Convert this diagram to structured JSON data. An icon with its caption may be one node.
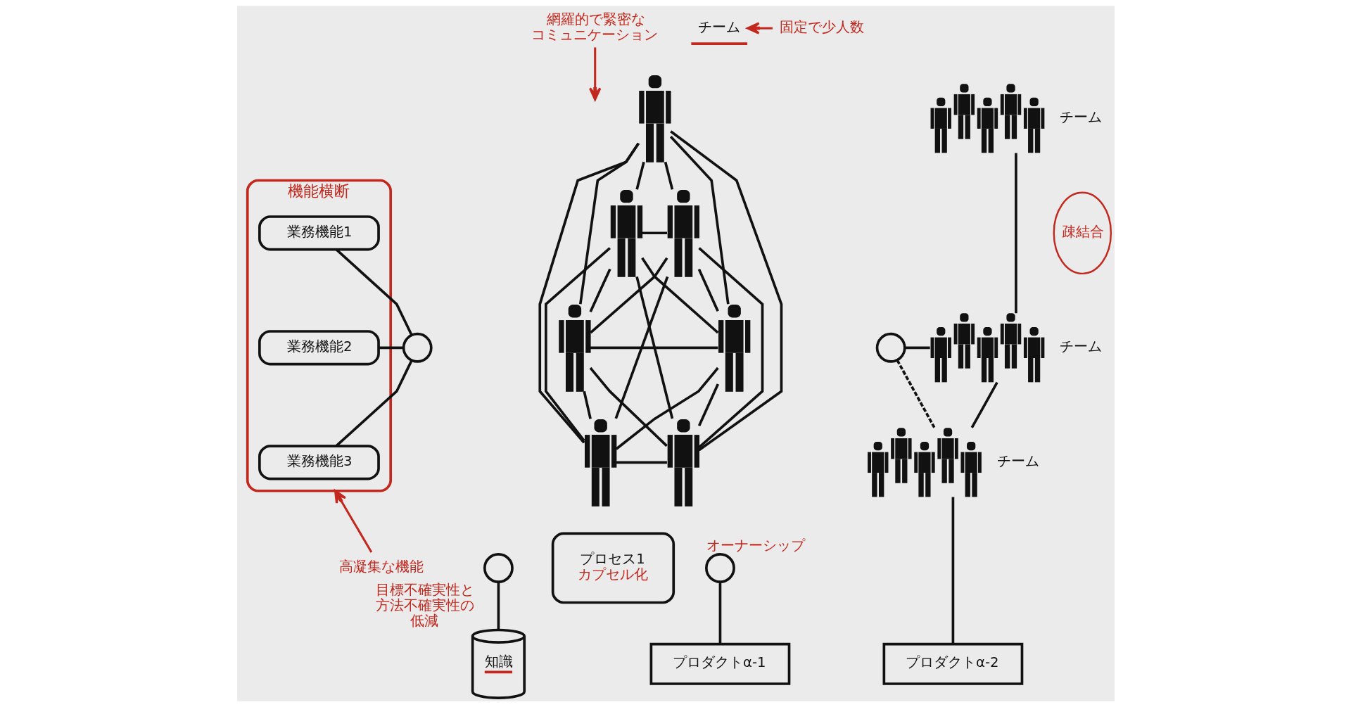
{
  "diagram": {
    "nodes": [
      {
        "text": [
          "機能横断"
        ]
      },
      {
        "text": [
          "業務機能1"
        ],
        "in": 0
      },
      {
        "text": [
          "業務機能2"
        ],
        "in": 0
      },
      {
        "text": [
          "業務機能3"
        ],
        "in": 0
      },
      {
        "text": [
          "高凝集な機能"
        ]
      },
      {
        "text": [],
        "shape": "circle"
      },
      {
        "text": [
          "網羅的で緊密なコミュニケーション"
        ]
      },
      {
        "text": [
          "チーム"
        ]
      },
      {
        "text": [
          "固定で少人数"
        ]
      },
      {
        "text": [],
        "shape": "person"
      },
      {
        "text": [],
        "shape": "person"
      },
      {
        "text": [],
        "shape": "person"
      },
      {
        "text": [],
        "shape": "person"
      },
      {
        "text": [],
        "shape": "person"
      },
      {
        "text": [],
        "shape": "person"
      },
      {
        "text": [],
        "shape": "person"
      },
      {
        "text": [
          "プロセス1",
          "カプセル化"
        ]
      },
      {
        "text": [],
        "shape": "circle"
      },
      {
        "text": [
          "疎結合"
        ]
      },
      {
        "text": [],
        "shape": "circle"
      },
      {
        "text": [
          "知識"
        ],
        "beside": [
          "目標不確実性と方法不確実性の低減"
        ]
      },
      {
        "text": [],
        "shape": "circle",
        "beside": [
          "オーナーシップ"
        ]
      },
      {
        "text": [
          "プロダクトα-1"
        ]
      },
      {
        "text": [],
        "shape": "person",
        "beside": [
          "チーム"
        ]
      },
      {
        "text": [],
        "shape": "person",
        "beside": [
          "チーム"
        ]
      },
      {
        "text": [],
        "shape": "person",
        "beside": [
          "チーム"
        ]
      },
      {
        "text": [
          "プロダクトα-2"
        ]
      }
    ],
    "edges": [
      {
        "from": 1,
        "to": 5,
        "arrow": "none"
      },
      {
        "from": 2,
        "to": 5,
        "arrow": "none"
      },
      {
        "from": 5,
        "to": 3,
        "arrow": "none"
      },
      {
        "from": 4,
        "to": 0,
        "arrow": "to",
        "color": "#c3281e"
      },
      {
        "from": 6,
        "to": null,
        "arrow": "to",
        "color": "#c3281e"
      },
      {
        "from": 8,
        "to": 7,
        "arrow": "to",
        "color": "#c3281e"
      },
      {
        "from": 9,
        "to": 10,
        "arrow": "none"
      },
      {
        "from": 9,
        "to": 11,
        "arrow": "none"
      },
      {
        "from": 9,
        "to": 12,
        "arrow": "none"
      },
      {
        "from": 9,
        "to": 13,
        "arrow": "none"
      },
      {
        "from": 9,
        "to": 14,
        "arrow": "none"
      },
      {
        "from": 9,
        "to": 15,
        "arrow": "none"
      },
      {
        "from": 10,
        "to": 11,
        "arrow": "none"
      },
      {
        "from": 10,
        "to": 12,
        "arrow": "none"
      },
      {
        "from": 10,
        "to": 13,
        "arrow": "none"
      },
      {
        "from": 10,
        "to": 14,
        "arrow": "none"
      },
      {
        "from": 10,
        "to": 15,
        "arrow": "none"
      },
      {
        "from": 11,
        "to": 12,
        "arrow": "none"
      },
      {
        "from": 11,
        "to": 13,
        "arrow": "none"
      },
      {
        "from": 11,
        "to": 14,
        "arrow": "none"
      },
      {
        "from": 11,
        "to": 15,
        "arrow": "none"
      },
      {
        "from": 12,
        "to": 13,
        "arrow": "none"
      },
      {
        "from": 12,
        "to": 14,
        "arrow": "none"
      },
      {
        "from": 12,
        "to": 15,
        "arrow": "none"
      },
      {
        "from": 13,
        "to": 14,
        "arrow": "none"
      },
      {
        "from": 13,
        "to": 15,
        "arrow": "none"
      },
      {
        "from": 14,
        "to": 15,
        "arrow": "none"
      },
      {
        "from": 17,
        "to": 24,
        "arrow": "none"
      },
      {
        "from": 17,
        "to": 25,
        "arrow": "none",
        "style": "dashed"
      },
      {
        "from": 19,
        "to": 20,
        "arrow": "none"
      },
      {
        "from": 21,
        "to": 22,
        "arrow": "none"
      },
      {
        "from": 23,
        "to": 24,
        "arrow": "none"
      },
      {
        "from": 24,
        "to": 25,
        "arrow": "none"
      },
      {
        "from": 25,
        "to": 26,
        "arrow": "none"
      }
    ]
  }
}
